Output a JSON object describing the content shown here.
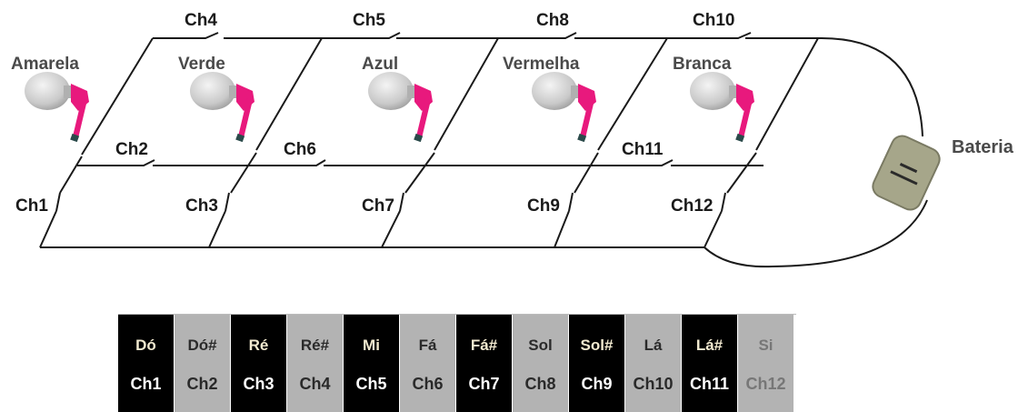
{
  "lamps": [
    {
      "label": "Amarela"
    },
    {
      "label": "Verde"
    },
    {
      "label": "Azul"
    },
    {
      "label": "Vermelha"
    },
    {
      "label": "Branca"
    }
  ],
  "battery": {
    "label": "Bateria"
  },
  "switches": {
    "ch1": "Ch1",
    "ch2": "Ch2",
    "ch3": "Ch3",
    "ch4": "Ch4",
    "ch5": "Ch5",
    "ch6": "Ch6",
    "ch7": "Ch7",
    "ch8": "Ch8",
    "ch9": "Ch9",
    "ch10": "Ch10",
    "ch11": "Ch11",
    "ch12": "Ch12"
  },
  "keyboard": {
    "keys": [
      {
        "note": "Dó",
        "switch": "Ch1",
        "color": "black"
      },
      {
        "note": "Dó#",
        "switch": "Ch2",
        "color": "gray"
      },
      {
        "note": "Ré",
        "switch": "Ch3",
        "color": "black"
      },
      {
        "note": "Ré#",
        "switch": "Ch4",
        "color": "gray"
      },
      {
        "note": "Mi",
        "switch": "Ch5",
        "color": "black"
      },
      {
        "note": "Fá",
        "switch": "Ch6",
        "color": "gray"
      },
      {
        "note": "Fá#",
        "switch": "Ch7",
        "color": "black"
      },
      {
        "note": "Sol",
        "switch": "Ch8",
        "color": "gray"
      },
      {
        "note": "Sol#",
        "switch": "Ch9",
        "color": "black"
      },
      {
        "note": "Lá",
        "switch": "Ch10",
        "color": "gray"
      },
      {
        "note": "Lá#",
        "switch": "Ch11",
        "color": "black"
      },
      {
        "note": "Si",
        "switch": "Ch12",
        "color": "gray"
      }
    ]
  },
  "colors": {
    "wire": "#1a1a1a",
    "bulb": "#c9c9c9",
    "socket": "#e8197d",
    "battery": "#a6a68a",
    "key_black": "#000000",
    "key_gray": "#b3b3b3"
  }
}
